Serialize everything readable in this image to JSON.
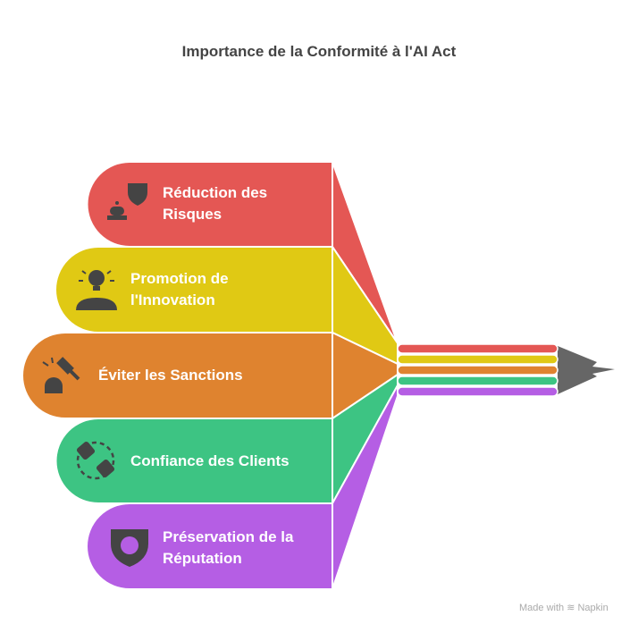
{
  "title": "Importance de la Conformité à l'AI Act",
  "items": [
    {
      "label_lines": [
        "Réduction des",
        "Risques"
      ],
      "icon": "robot-shield-icon",
      "color": "#E45754"
    },
    {
      "label_lines": [
        "Promotion de",
        "l'Innovation"
      ],
      "icon": "lightbulb-person-icon",
      "color": "#E0C914"
    },
    {
      "label_lines": [
        "Éviter les Sanctions"
      ],
      "icon": "gavel-icon",
      "color": "#DF832F"
    },
    {
      "label_lines": [
        "Confiance des Clients"
      ],
      "icon": "handshake-icon",
      "color": "#3DC483"
    },
    {
      "label_lines": [
        "Préservation de la",
        "Réputation"
      ],
      "icon": "shield-face-icon",
      "color": "#B55EE4"
    }
  ],
  "pencil_color": "#666666",
  "credit": {
    "prefix": "Made with",
    "brand": "Napkin"
  }
}
